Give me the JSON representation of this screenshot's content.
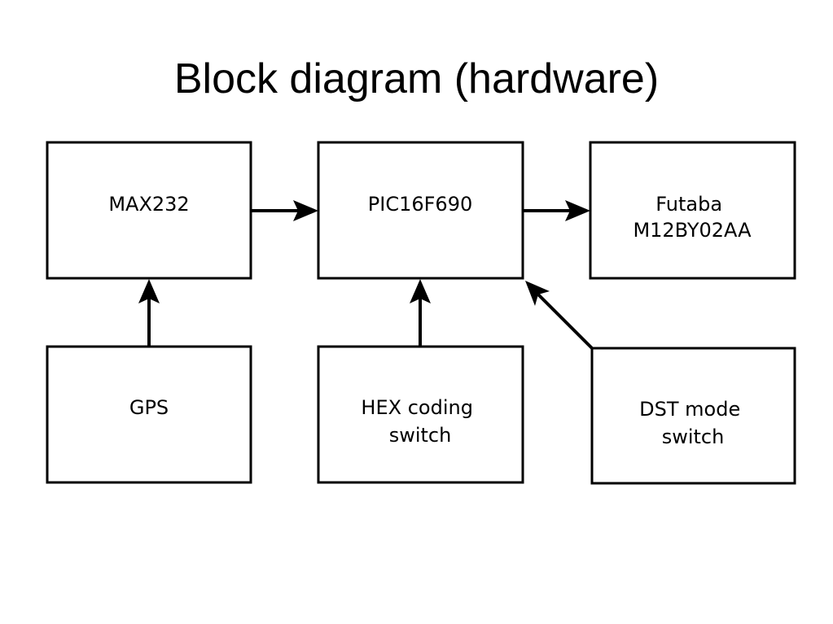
{
  "title": "Block diagram (hardware)",
  "blocks": {
    "max232": [
      "MAX232"
    ],
    "pic": [
      "PIC16F690"
    ],
    "futaba": [
      "Futaba",
      "M12BY02AA"
    ],
    "gps": [
      "GPS"
    ],
    "hex": [
      "HEX coding",
      "switch"
    ],
    "dst": [
      "DST mode",
      "switch"
    ]
  },
  "connections": [
    {
      "from": "max232",
      "to": "pic"
    },
    {
      "from": "pic",
      "to": "futaba"
    },
    {
      "from": "gps",
      "to": "max232"
    },
    {
      "from": "hex",
      "to": "pic"
    },
    {
      "from": "dst",
      "to": "pic"
    }
  ]
}
